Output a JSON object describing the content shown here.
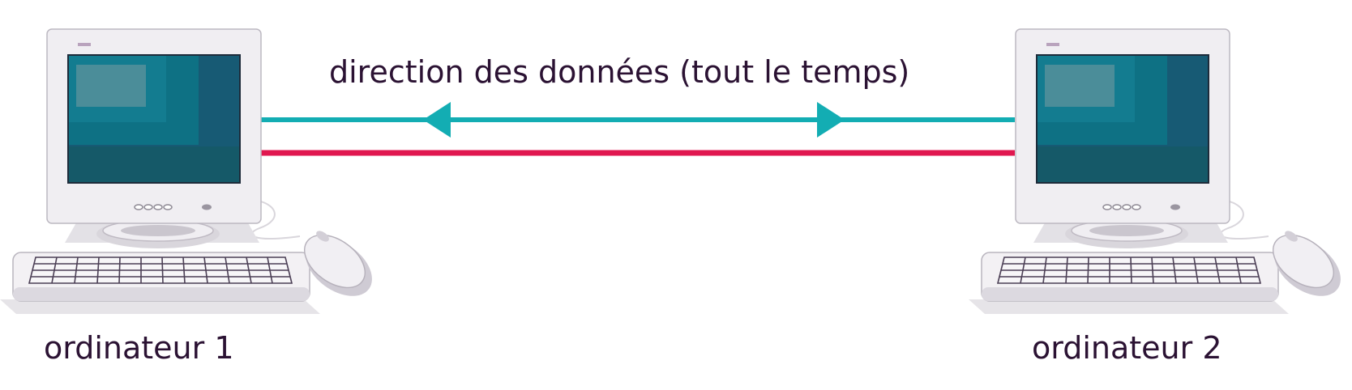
{
  "diagram": {
    "caption": "direction des données (tout le temps)",
    "computers": [
      {
        "label": "ordinateur 1"
      },
      {
        "label": "ordinateur 2"
      }
    ],
    "links": [
      {
        "name": "data-link",
        "color": "#13adb3",
        "arrows": "both"
      },
      {
        "name": "second-link",
        "color": "#e0174f",
        "arrows": "none"
      }
    ]
  },
  "colors": {
    "ink": "#2b1233",
    "teal": "#13adb3",
    "crimson": "#e0174f",
    "screen": "#0f5f73",
    "casing": "#f0eef2"
  }
}
